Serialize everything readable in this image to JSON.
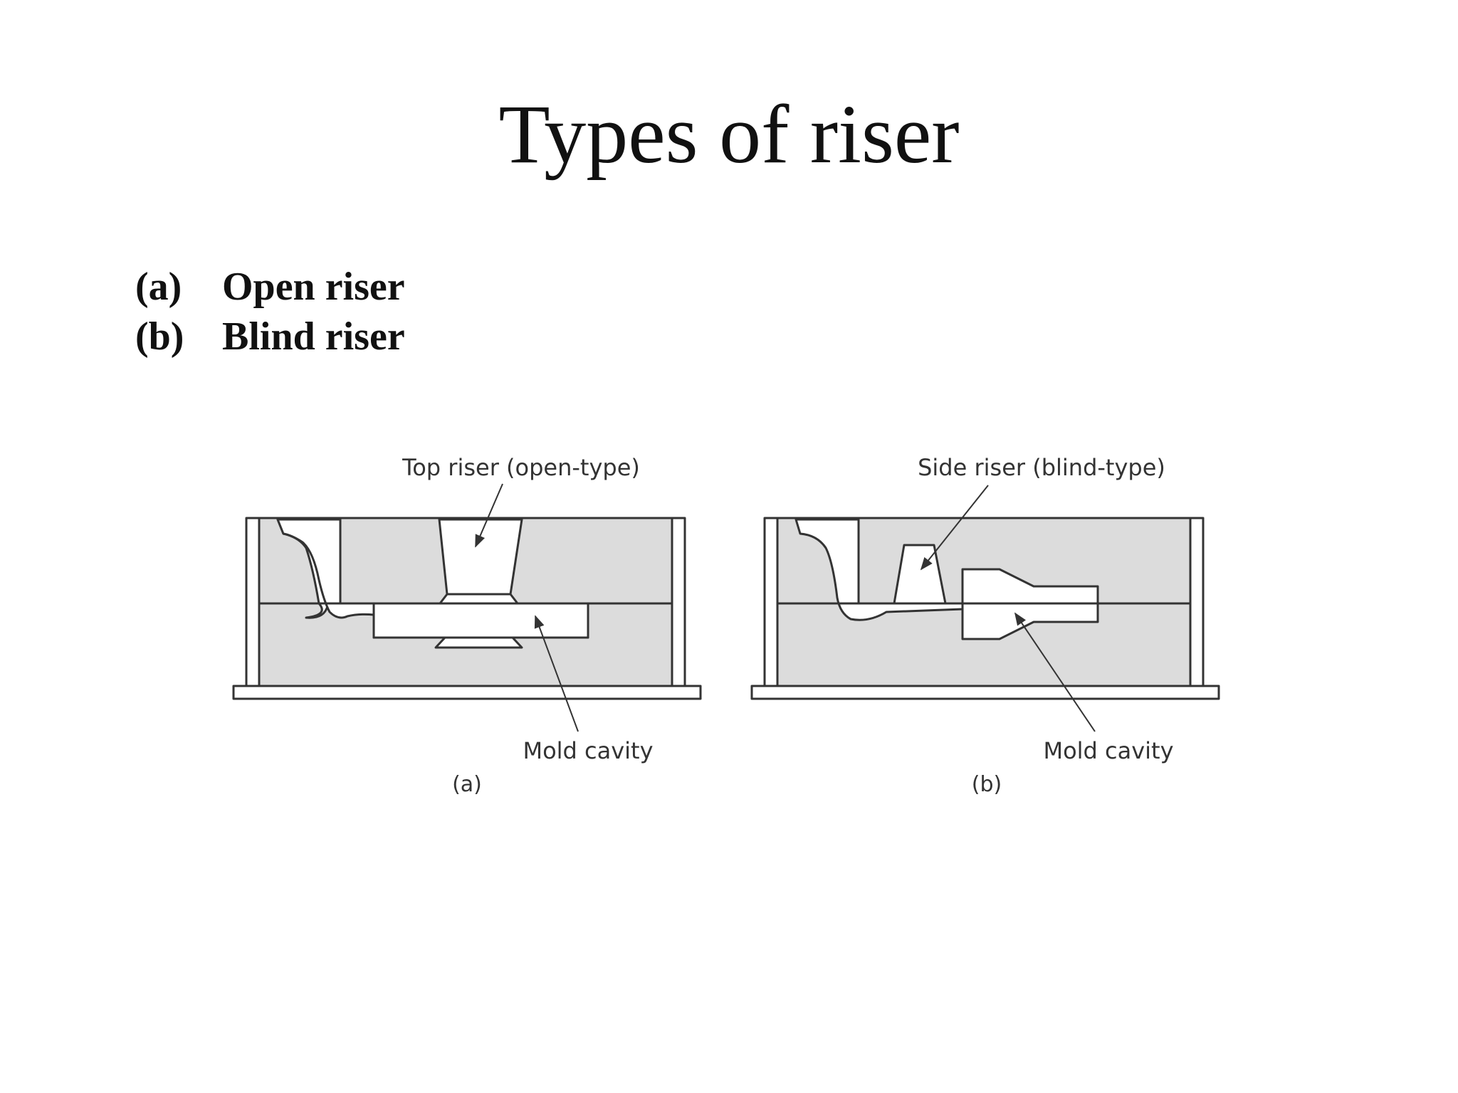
{
  "slide": {
    "title": "Types of riser",
    "bullets": [
      {
        "marker": "(a)",
        "text": "Open riser"
      },
      {
        "marker": "(b)",
        "text": "Blind riser"
      }
    ]
  },
  "figure": {
    "panel_a": {
      "top_label": "Top riser (open-type)",
      "bottom_label": "Mold cavity",
      "caption": "(a)"
    },
    "panel_b": {
      "top_label": "Side riser (blind-type)",
      "bottom_label": "Mold cavity",
      "caption": "(b)"
    }
  },
  "colors": {
    "sand": "#dcdcdc",
    "outline": "#333333"
  }
}
